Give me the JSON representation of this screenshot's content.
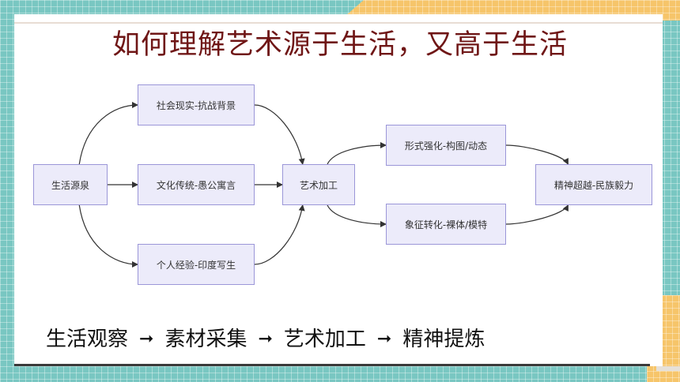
{
  "title": "如何理解艺术源于生活，又高于生活",
  "nodes": {
    "source": "生活源泉",
    "social": "社会现实-抗战背景",
    "culture": "文化传统-愚公寓言",
    "personal": "个人经验-印度写生",
    "art": "艺术加工",
    "form": "形式强化-构图/动态",
    "symbol": "象征转化-裸体/模特",
    "spirit": "精神超越-民族毅力"
  },
  "edges": [
    [
      "source",
      "social"
    ],
    [
      "source",
      "culture"
    ],
    [
      "source",
      "personal"
    ],
    [
      "social",
      "art"
    ],
    [
      "culture",
      "art"
    ],
    [
      "personal",
      "art"
    ],
    [
      "art",
      "form"
    ],
    [
      "art",
      "symbol"
    ],
    [
      "form",
      "spirit"
    ],
    [
      "symbol",
      "spirit"
    ]
  ],
  "flow": {
    "steps": [
      "生活观察",
      "素材采集",
      "艺术加工",
      "精神提炼"
    ],
    "arrow": "➞"
  }
}
